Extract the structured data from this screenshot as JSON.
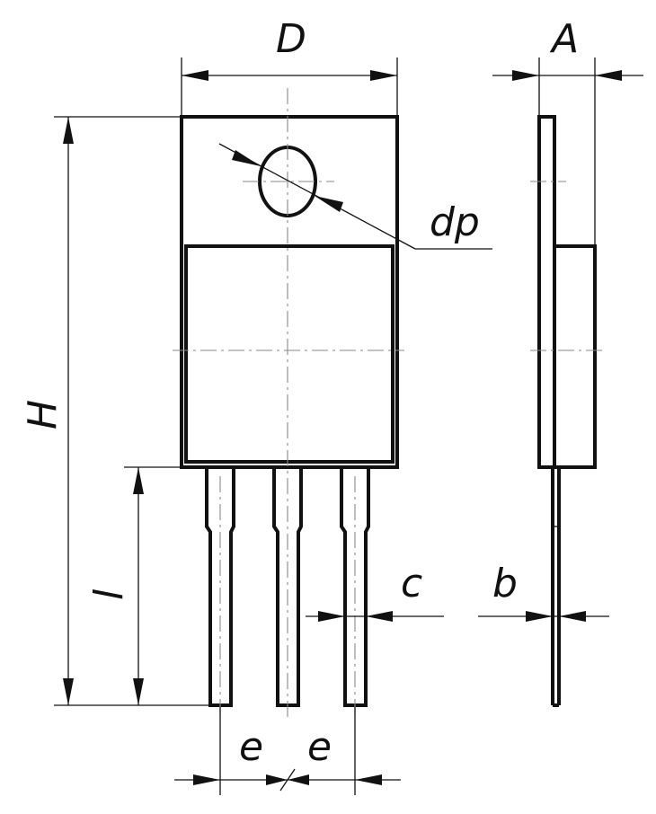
{
  "labels": {
    "D": "D",
    "A": "A",
    "dp": "dp",
    "H": "H",
    "l": "l",
    "c": "c",
    "b": "b",
    "e1": "e",
    "e2": "e"
  },
  "colors": {
    "line": "#111111",
    "center_line": "#8a8a8a",
    "background": "#ffffff"
  }
}
